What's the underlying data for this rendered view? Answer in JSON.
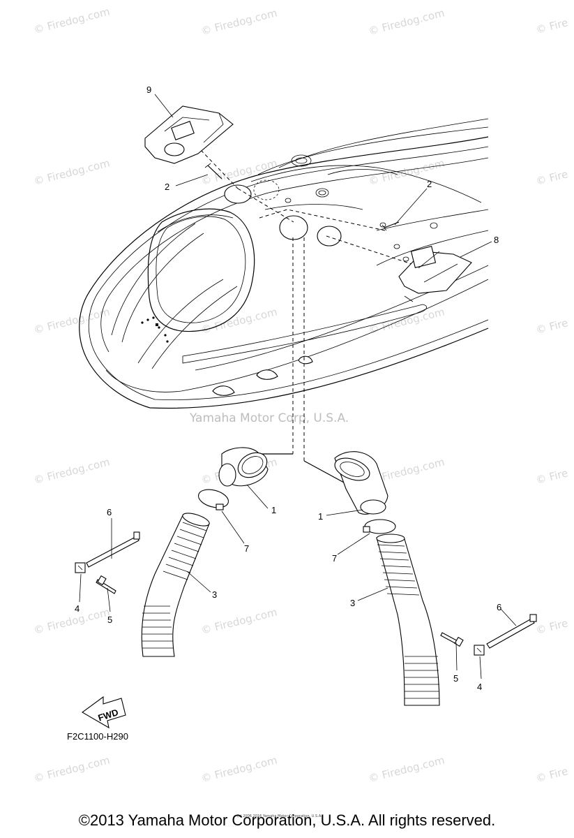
{
  "watermarks": {
    "site": "© Firedog.com",
    "site_partial": "© Fire",
    "vendor": "Yamaha Motor Corp, U.S.A."
  },
  "callouts": {
    "p1a": "1",
    "p1b": "1",
    "p2a": "2",
    "p2b": "2",
    "p3a": "3",
    "p3b": "3",
    "p4a": "4",
    "p4b": "4",
    "p5a": "5",
    "p5b": "5",
    "p6a": "6",
    "p6b": "6",
    "p7a": "7",
    "p7b": "7",
    "p8": "8",
    "p9": "9"
  },
  "fwd_label": "FWD",
  "diagram_code": "F2C1100-H290",
  "tiny_notice": "(c) 2006 2016 Yamaha Motor Corporation, U.S.A.",
  "copyright": "©2013 Yamaha Motor Corporation, U.S.A. All rights reserved."
}
